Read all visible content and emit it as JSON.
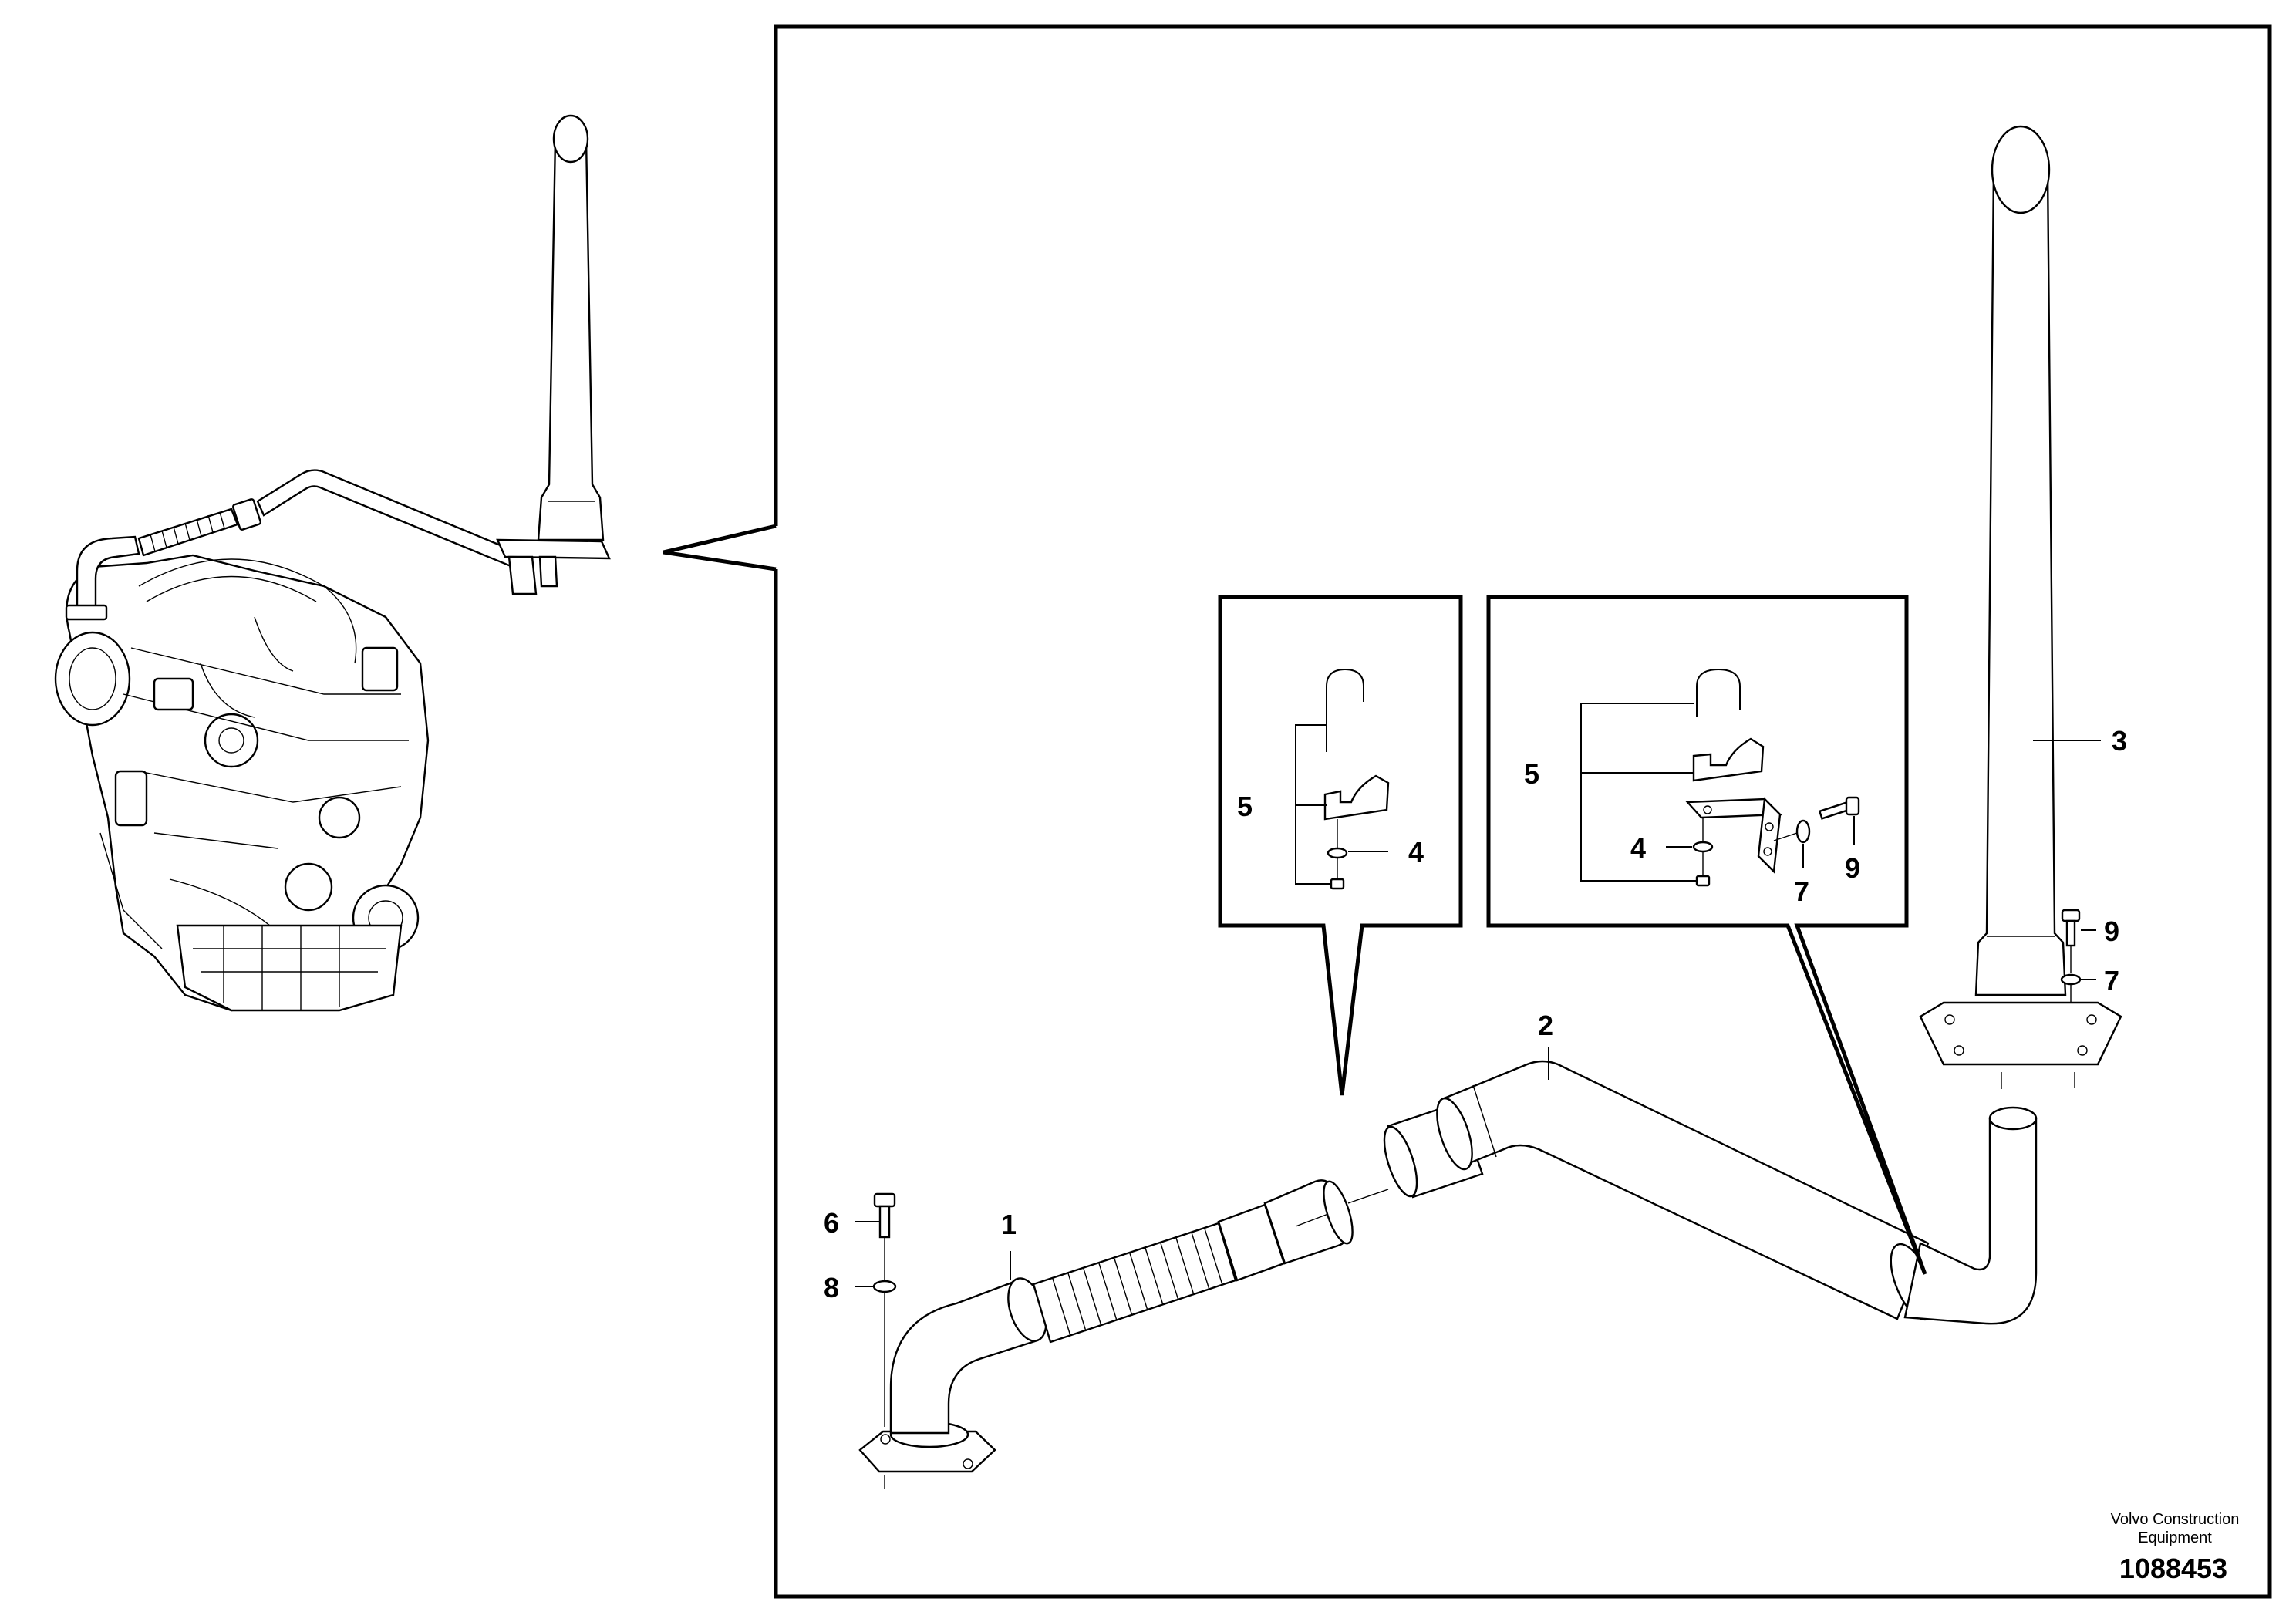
{
  "diagram": {
    "callouts": {
      "c1": "1",
      "c2": "2",
      "c3": "3",
      "c4a": "4",
      "c4b": "4",
      "c5a": "5",
      "c5b": "5",
      "c6": "6",
      "c7a": "7",
      "c7b": "7",
      "c8": "8",
      "c9a": "9",
      "c9b": "9"
    },
    "credit_line1": "Volvo Construction",
    "credit_line2": "Equipment",
    "document_number": "1088453"
  }
}
